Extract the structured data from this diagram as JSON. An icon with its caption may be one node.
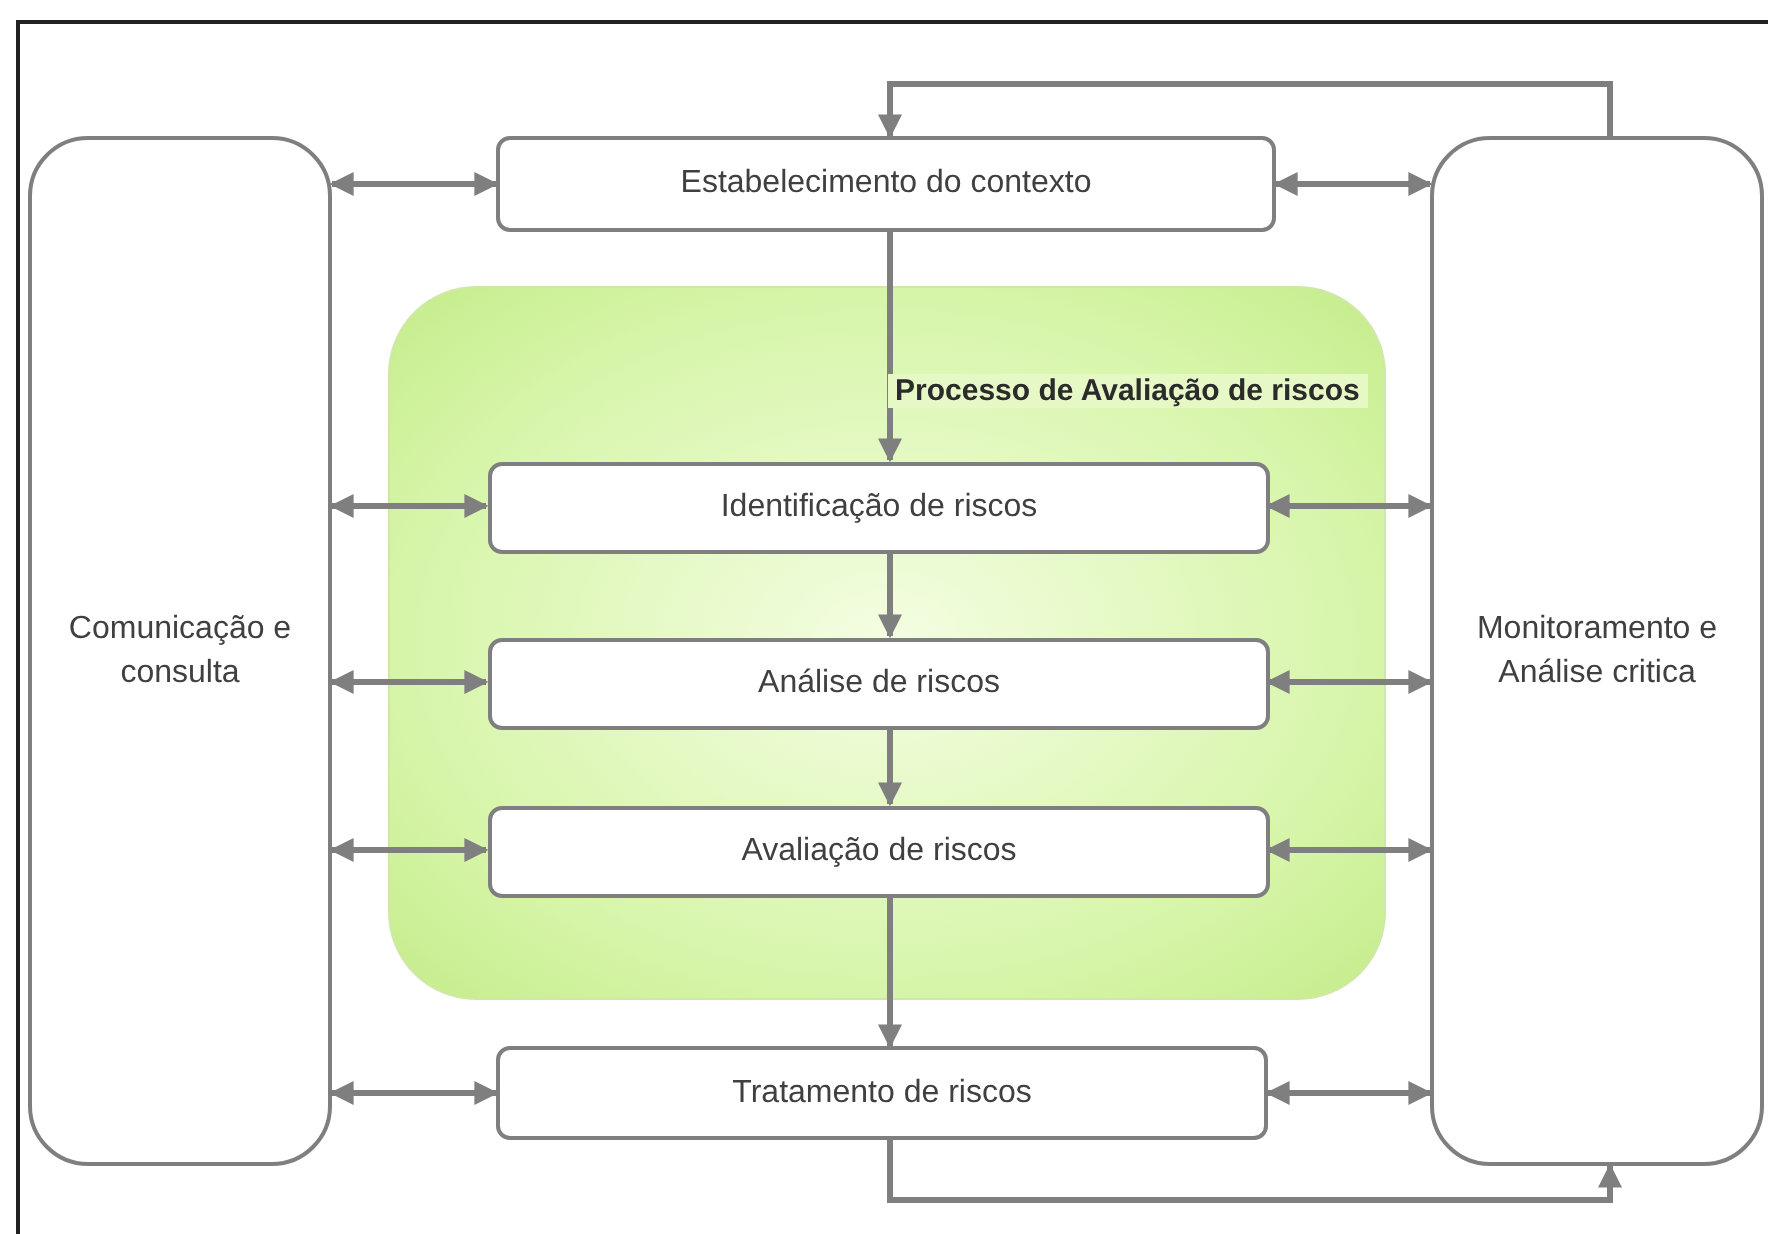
{
  "diagram": {
    "nodes": [
      {
        "text": [
          "Comunicação e consulta"
        ]
      },
      {
        "text": [
          "Estabelecimento do contexto"
        ]
      },
      {
        "text": [
          "Processo de Avaliação de riscos"
        ]
      },
      {
        "text": [
          "Identificação de riscos"
        ],
        "in": 2
      },
      {
        "text": [
          "Análise de riscos"
        ],
        "in": 2
      },
      {
        "text": [
          "Avaliação de riscos"
        ],
        "in": 2
      },
      {
        "text": [
          "Tratamento de riscos"
        ]
      },
      {
        "text": [
          "Monitoramento e Análise critica"
        ]
      }
    ],
    "edges": [
      {
        "from": 0,
        "to": 1,
        "arrow": "both"
      },
      {
        "from": 1,
        "to": 7,
        "arrow": "both"
      },
      {
        "from": 0,
        "to": 3,
        "arrow": "both"
      },
      {
        "from": 3,
        "to": 7,
        "arrow": "both"
      },
      {
        "from": 0,
        "to": 4,
        "arrow": "both"
      },
      {
        "from": 4,
        "to": 7,
        "arrow": "both"
      },
      {
        "from": 0,
        "to": 5,
        "arrow": "both"
      },
      {
        "from": 5,
        "to": 7,
        "arrow": "both"
      },
      {
        "from": 0,
        "to": 6,
        "arrow": "both"
      },
      {
        "from": 6,
        "to": 7,
        "arrow": "both"
      },
      {
        "from": 1,
        "to": 3,
        "arrow": "to"
      },
      {
        "from": 3,
        "to": 4,
        "arrow": "to"
      },
      {
        "from": 4,
        "to": 5,
        "arrow": "to"
      },
      {
        "from": 5,
        "to": 6,
        "arrow": "to"
      },
      {
        "from": 7,
        "to": 1,
        "arrow": "to"
      },
      {
        "from": 6,
        "to": 7,
        "arrow": "to"
      }
    ]
  }
}
